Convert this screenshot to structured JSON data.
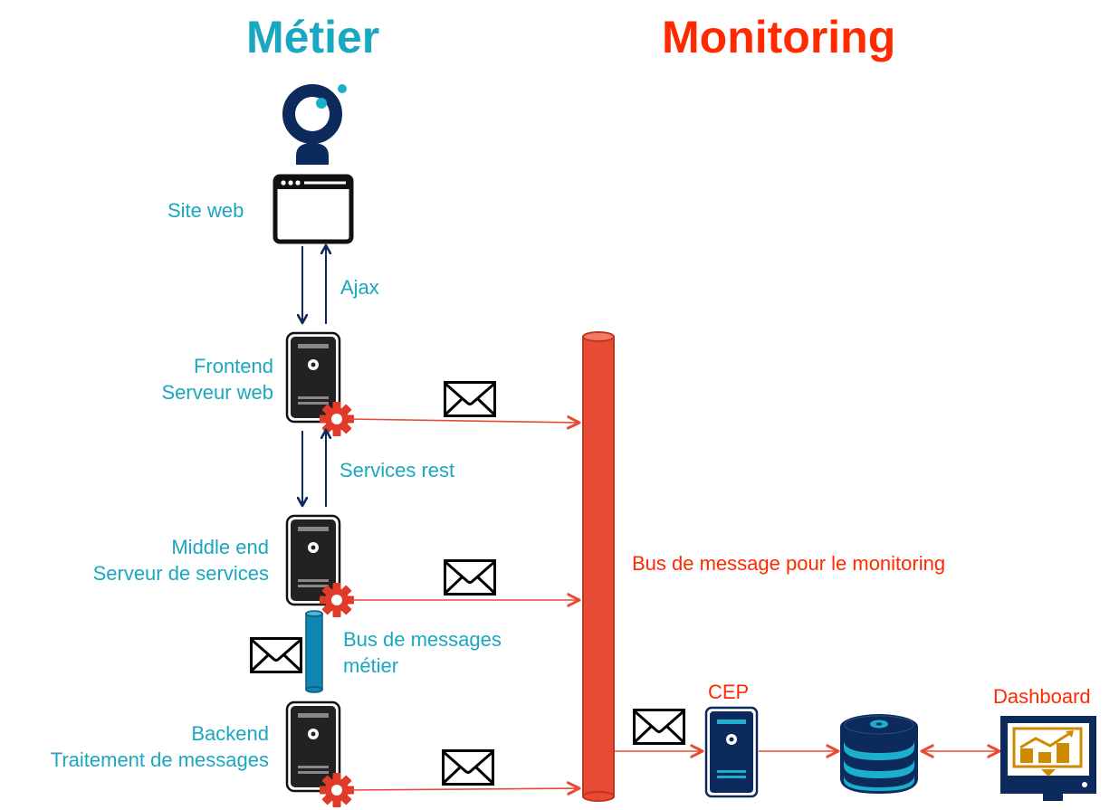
{
  "titles": {
    "business": "Métier",
    "monitoring": "Monitoring"
  },
  "colors": {
    "business_teal": "#1aa7c0",
    "monitoring_red": "#ff2a00",
    "bus_red": "#e84a33",
    "navy": "#0d2a5c",
    "server_dark": "#222222",
    "gear_red": "#e03a28",
    "cyan": "#1ab0cc",
    "chart_gold": "#d08a00"
  },
  "components": {
    "user": {
      "icon": "user-icon"
    },
    "site_web": {
      "label": "Site web",
      "icon": "browser-window-icon"
    },
    "frontend": {
      "line1": "Frontend",
      "line2": "Serveur web",
      "icon": "server-icon"
    },
    "middle_end": {
      "line1": "Middle end",
      "line2": "Serveur de services",
      "icon": "server-icon"
    },
    "backend": {
      "line1": "Backend",
      "line2": "Traitement de messages",
      "icon": "server-icon"
    },
    "business_bus": {
      "line1": "Bus de messages",
      "line2": "métier",
      "icon": "cylinder-icon"
    },
    "monitoring_bus": {
      "label": "Bus de message pour le monitoring",
      "icon": "cylinder-icon"
    },
    "cep": {
      "label": "CEP",
      "icon": "server-icon"
    },
    "database": {
      "icon": "database-icon"
    },
    "dashboard": {
      "label": "Dashboard",
      "icon": "dashboard-monitor-icon"
    }
  },
  "connections": {
    "site_frontend": {
      "label": "Ajax"
    },
    "frontend_middle": {
      "label": "Services rest"
    }
  }
}
